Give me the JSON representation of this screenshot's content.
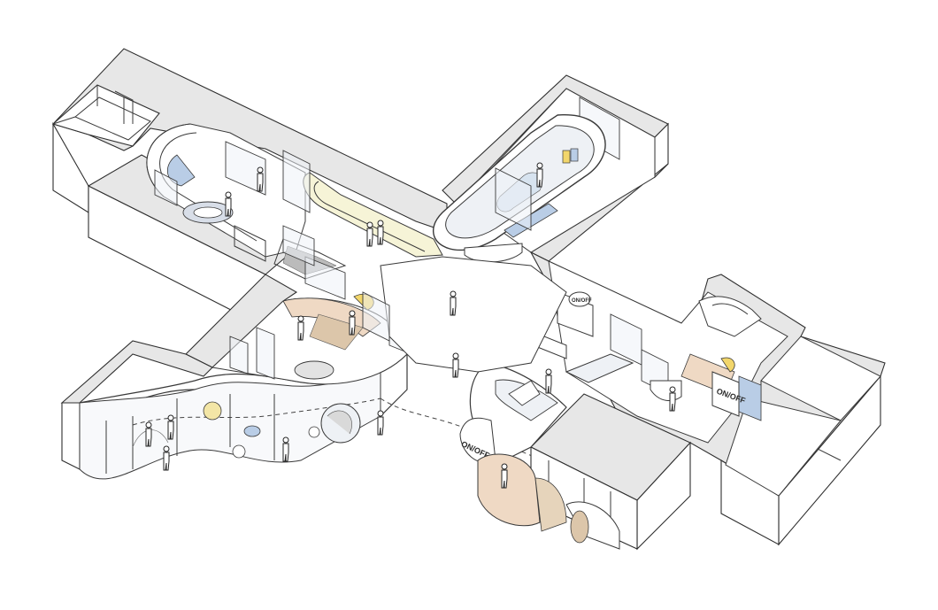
{
  "drawing": {
    "type": "axonometric floor plan",
    "signage": [
      {
        "id": "sign-east",
        "text": "ON/OFF"
      },
      {
        "id": "sign-south",
        "text": "ON/OFF"
      },
      {
        "id": "sign-north",
        "text": "ON/OFF"
      }
    ],
    "colors": {
      "wall_top": "#e7e7e7",
      "line": "#2f2f2f",
      "accent_yellow": "#f3e6a6",
      "accent_yellow_strong": "#f2d66b",
      "accent_blue": "#b9cde6",
      "accent_peach": "#efd9c4",
      "accent_tan": "#dcc6aa",
      "accent_lightyellow": "#f6f4d7"
    }
  }
}
